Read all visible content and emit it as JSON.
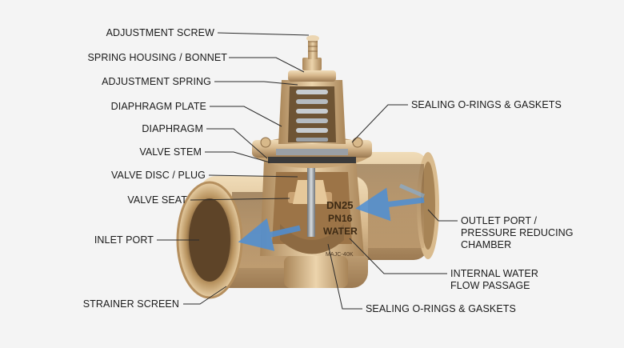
{
  "labels": {
    "adjustment_screw": "ADJUSTMENT SCREW",
    "spring_housing": "SPRING HOUSING / BONNET",
    "adjustment_spring": "ADJUSTMENT SPRING",
    "diaphragm_plate": "DIAPHRAGM PLATE",
    "diaphragm": "DIAPHRAGM",
    "valve_stem": "VALVE STEM",
    "valve_disc": "VALVE DISC / PLUG",
    "valve_seat": "VALVE SEAT",
    "inlet_port": "INLET PORT",
    "strainer_screen": "STRAINER SCREEN",
    "sealing_top": "SEALING O-RINGS & GASKETS",
    "outlet_line1": "OUTLET PORT /",
    "outlet_line2": "PRESSURE REDUCING",
    "outlet_line3": "CHAMBER",
    "internal_line1": "INTERNAL WATER",
    "internal_line2": "FLOW PASSAGE",
    "sealing_bottom": "SEALING O-RINGS & GASKETS"
  },
  "body_markings": {
    "size": "DN25",
    "pressure": "PN16",
    "medium": "WATER",
    "maker": "MAJC-40K"
  },
  "colors": {
    "brass_light": "#e3c9a0",
    "brass_mid": "#c9a878",
    "brass_dark": "#8a6a44",
    "steel": "#9aa0a6",
    "flow_arrow": "#4d8fd6",
    "leader": "#2a2a2a"
  }
}
